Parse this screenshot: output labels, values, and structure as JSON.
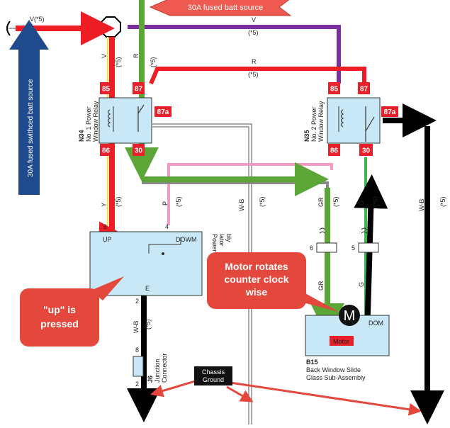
{
  "banner_label": "30A fused batt source",
  "side_label": "30A fused swithced batt source",
  "wire_labels": {
    "v_top": "V(*5)",
    "v": "V",
    "r": "R",
    "note": "(*5)",
    "y": "Y",
    "p": "P",
    "wb": "W-B",
    "gr": "GR",
    "g": "G"
  },
  "relay1": {
    "ref": "N34",
    "name_line1": "No. 1 Power",
    "name_line2": "Window Relay",
    "pins": [
      "85",
      "87",
      "87a",
      "86",
      "30"
    ]
  },
  "relay2": {
    "ref": "N35",
    "name_line1": "No. 2 Power",
    "name_line2": "Window Relay",
    "pins": [
      "85",
      "87",
      "87a",
      "86",
      "30"
    ]
  },
  "switch": {
    "up": "UP",
    "down": "DOWM",
    "e": "E",
    "side_line1": "Power",
    "side_line2": "lator",
    "side_line3": "bly",
    "pin_left_top": "6",
    "pin_right_top": "4",
    "pin_bottom": "2"
  },
  "connectors": {
    "c6": "6",
    "c5": "5",
    "j8": "8",
    "j2": "2"
  },
  "junction": {
    "ref": "J6",
    "line1": "Junction",
    "line2": "Connector"
  },
  "motor": {
    "symbol": "M",
    "label": "Motor",
    "down": "DOM",
    "ref": "B15",
    "name_line1": "Back Window Slide",
    "name_line2": "Glass Sub-Assembly"
  },
  "ground_label_line1": "Chassis",
  "ground_label_line2": "Ground",
  "callouts": {
    "up_line1": "\"up\" is",
    "up_line2": "pressed",
    "motor_line1": "Motor rotates",
    "motor_line2": "counter clock",
    "motor_line3": "wise"
  },
  "colors": {
    "red": "#ee1c24",
    "green": "#5ca637",
    "purple": "#7b2fa0",
    "pink": "#f59ac4",
    "grey": "#8a8a8a",
    "black": "#000000",
    "navy": "#1f4a8c",
    "box_fill": "#c9e8f7",
    "callout": "#e4473c"
  }
}
